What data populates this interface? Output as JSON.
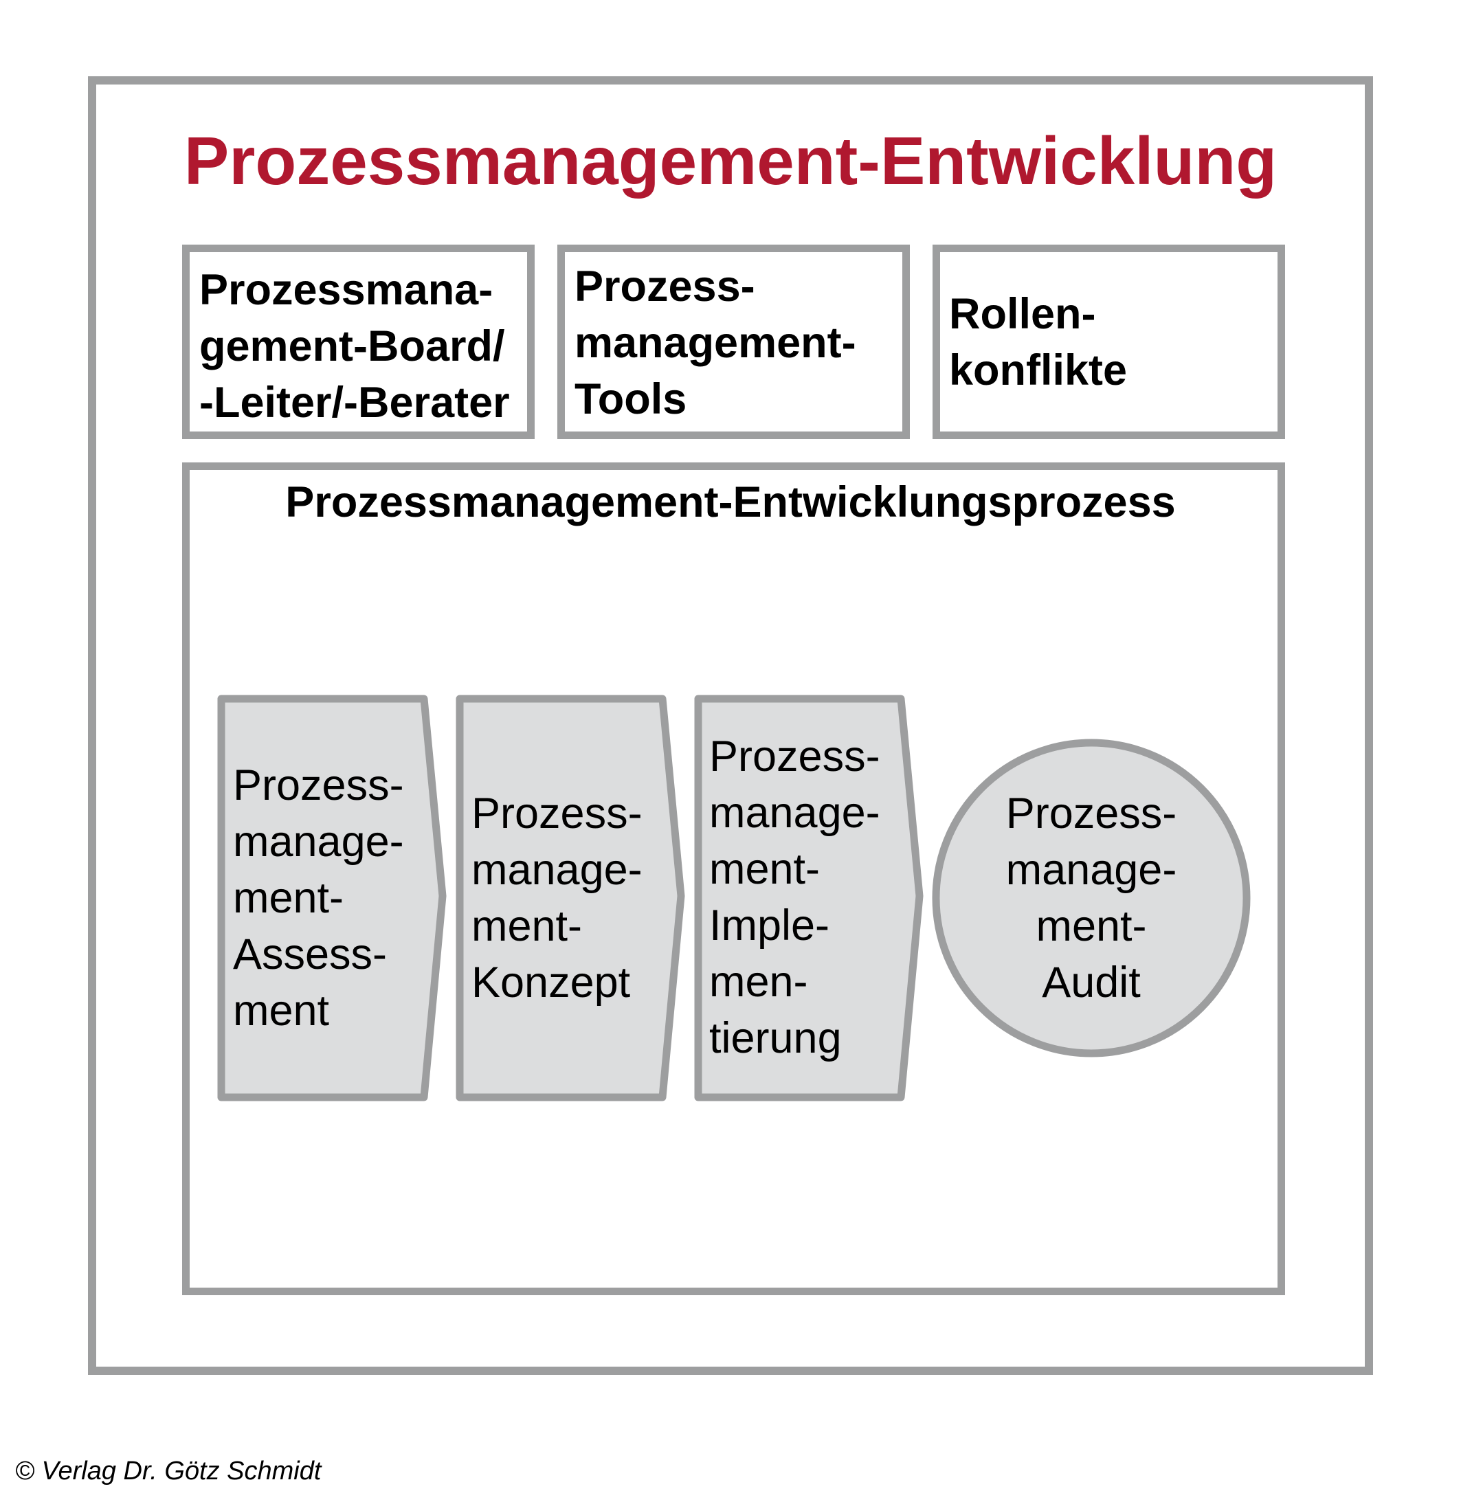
{
  "title": "Prozessmanagement-Entwicklung",
  "top_boxes": [
    {
      "text": "Prozessmana-\ngement-Board/\n-Leiter/-Berater"
    },
    {
      "text": "Prozess-\nmanagement-\nTools"
    },
    {
      "text": "Rollen-\nkonflikte"
    }
  ],
  "process": {
    "title": "Prozessmanagement-Entwicklungsprozess",
    "steps": [
      {
        "text": "Prozess-\nmanage-\nment-\nAssess-\nment"
      },
      {
        "text": "Prozess-\nmanage-\nment-\nKonzept"
      },
      {
        "text": "Prozess-\nmanage-\nment-\nImple-\nmen-\ntierung"
      }
    ],
    "final": {
      "text": "Prozess-\nmanage-\nment-\nAudit"
    }
  },
  "copyright": "© Verlag Dr. Götz Schmidt",
  "colors": {
    "title": "#b0182f",
    "border": "#9d9e9f",
    "shape_fill": "#dcddde"
  }
}
